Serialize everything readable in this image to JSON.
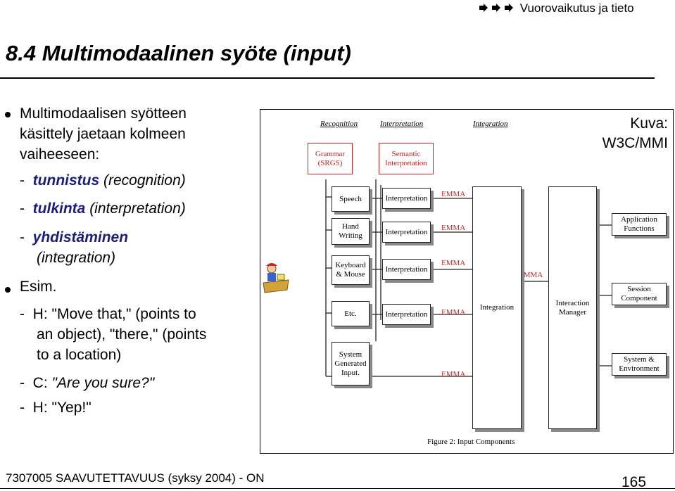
{
  "header": {
    "nav_text": "Vuorovaikutus ja tieto",
    "nav_icons": [
      "arrow-icon",
      "arrow-icon",
      "arrow-icon"
    ]
  },
  "slide": {
    "title": "8.4 Multimodaalinen syöte (input)",
    "bullets": [
      {
        "lines": [
          "Multimodaalisen syötteen",
          "käsittely jaetaan kolmeen",
          "vaiheeseen:"
        ]
      },
      {
        "term": "tunnistus",
        "paren": "(recognition)"
      },
      {
        "term": "tulkinta",
        "paren": "(interpretation)"
      },
      {
        "term": "yhdistäminen",
        "paren": "(integration)"
      },
      {
        "text": "Esim."
      },
      {
        "lines": [
          "H: \"Move that,\" (points to",
          "an object), \"there,\" (points",
          "to a location)"
        ]
      },
      {
        "prefix": "C: ",
        "text": "\"Are you sure?\""
      },
      {
        "text": "H: \"Yep!\""
      }
    ],
    "dash": "-"
  },
  "figure": {
    "credit_lines": [
      "Kuva:",
      "W3C/MMI"
    ],
    "column_labels": [
      "Recognition",
      "Interpretation",
      "Integration"
    ],
    "grammar": [
      "Grammar",
      "(SRGS)"
    ],
    "semantic": [
      "Semantic",
      "Interpretation"
    ],
    "inputs": [
      [
        "Speech"
      ],
      [
        "Hand",
        "Writing"
      ],
      [
        "Keyboard",
        "& Mouse"
      ],
      [
        "Etc."
      ],
      [
        "System",
        "Generated",
        "Input."
      ]
    ],
    "interpretation": "Interpretation",
    "bmma": "EMMA",
    "integration": "Integration",
    "manager": [
      "Interaction",
      "Manager"
    ],
    "right_boxes": [
      [
        "Application",
        "Functions"
      ],
      [
        "Session",
        "Component"
      ],
      [
        "System &",
        "Environment"
      ]
    ],
    "caption": "Figure 2: Input Components"
  },
  "footer": {
    "course": "7307005 SAAVUTETTAVUUS (syksy 2004) - ON",
    "page": "165"
  }
}
